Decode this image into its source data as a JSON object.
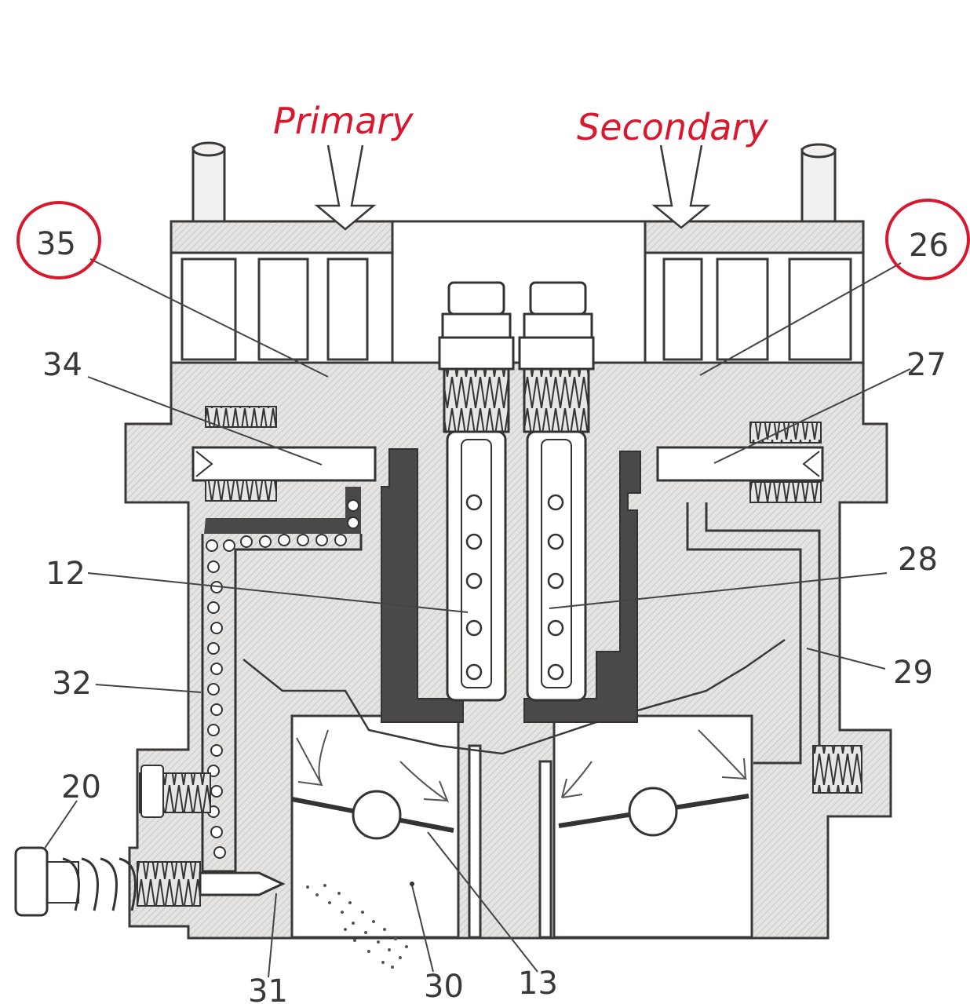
{
  "annotations": {
    "primary": "Primary",
    "secondary": "Secondary"
  },
  "labels": {
    "l35": "35",
    "l26": "26",
    "l34": "34",
    "l27": "27",
    "l12": "12",
    "l28": "28",
    "l32": "32",
    "l29": "29",
    "l20": "20",
    "l31": "31",
    "l30": "30",
    "l13": "13"
  },
  "colors": {
    "annotation": "#d8182e",
    "ink": "#3a3838"
  }
}
